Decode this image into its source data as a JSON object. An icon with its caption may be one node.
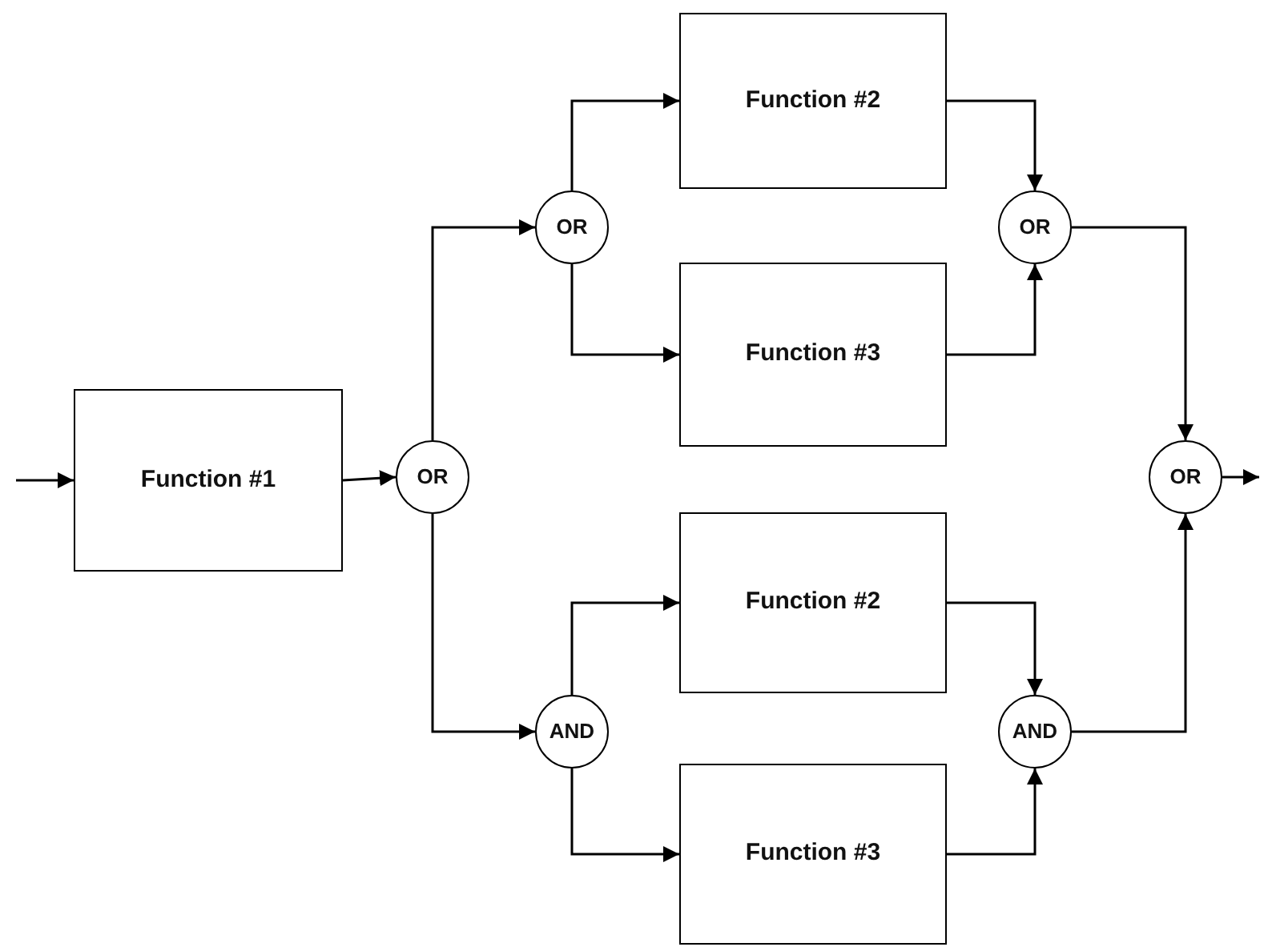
{
  "diagram": {
    "nodes": [
      {
        "text": [
          "Function #1"
        ]
      },
      {
        "text": [
          "OR"
        ]
      },
      {
        "text": [
          "OR"
        ]
      },
      {
        "text": [
          "Function #2"
        ]
      },
      {
        "text": [
          "Function #3"
        ]
      },
      {
        "text": [
          "OR"
        ]
      },
      {
        "text": [
          "AND"
        ]
      },
      {
        "text": [
          "Function #2"
        ]
      },
      {
        "text": [
          "Function #3"
        ]
      },
      {
        "text": [
          "AND"
        ]
      },
      {
        "text": [
          "OR"
        ]
      }
    ],
    "edges": [
      {
        "from": null,
        "to": 0,
        "arrow": "to"
      },
      {
        "from": 0,
        "to": 1,
        "arrow": "to"
      },
      {
        "from": 1,
        "to": 2,
        "arrow": "to"
      },
      {
        "from": 1,
        "to": 6,
        "arrow": "to"
      },
      {
        "from": 2,
        "to": 3,
        "arrow": "to"
      },
      {
        "from": 2,
        "to": 4,
        "arrow": "to"
      },
      {
        "from": 3,
        "to": 5,
        "arrow": "to"
      },
      {
        "from": 4,
        "to": 5,
        "arrow": "to"
      },
      {
        "from": 6,
        "to": 7,
        "arrow": "to"
      },
      {
        "from": 6,
        "to": 8,
        "arrow": "to"
      },
      {
        "from": 7,
        "to": 9,
        "arrow": "to"
      },
      {
        "from": 8,
        "to": 9,
        "arrow": "to"
      },
      {
        "from": 5,
        "to": 10,
        "arrow": "to"
      },
      {
        "from": 9,
        "to": 10,
        "arrow": "to"
      },
      {
        "from": 10,
        "to": null,
        "arrow": "to"
      }
    ]
  }
}
